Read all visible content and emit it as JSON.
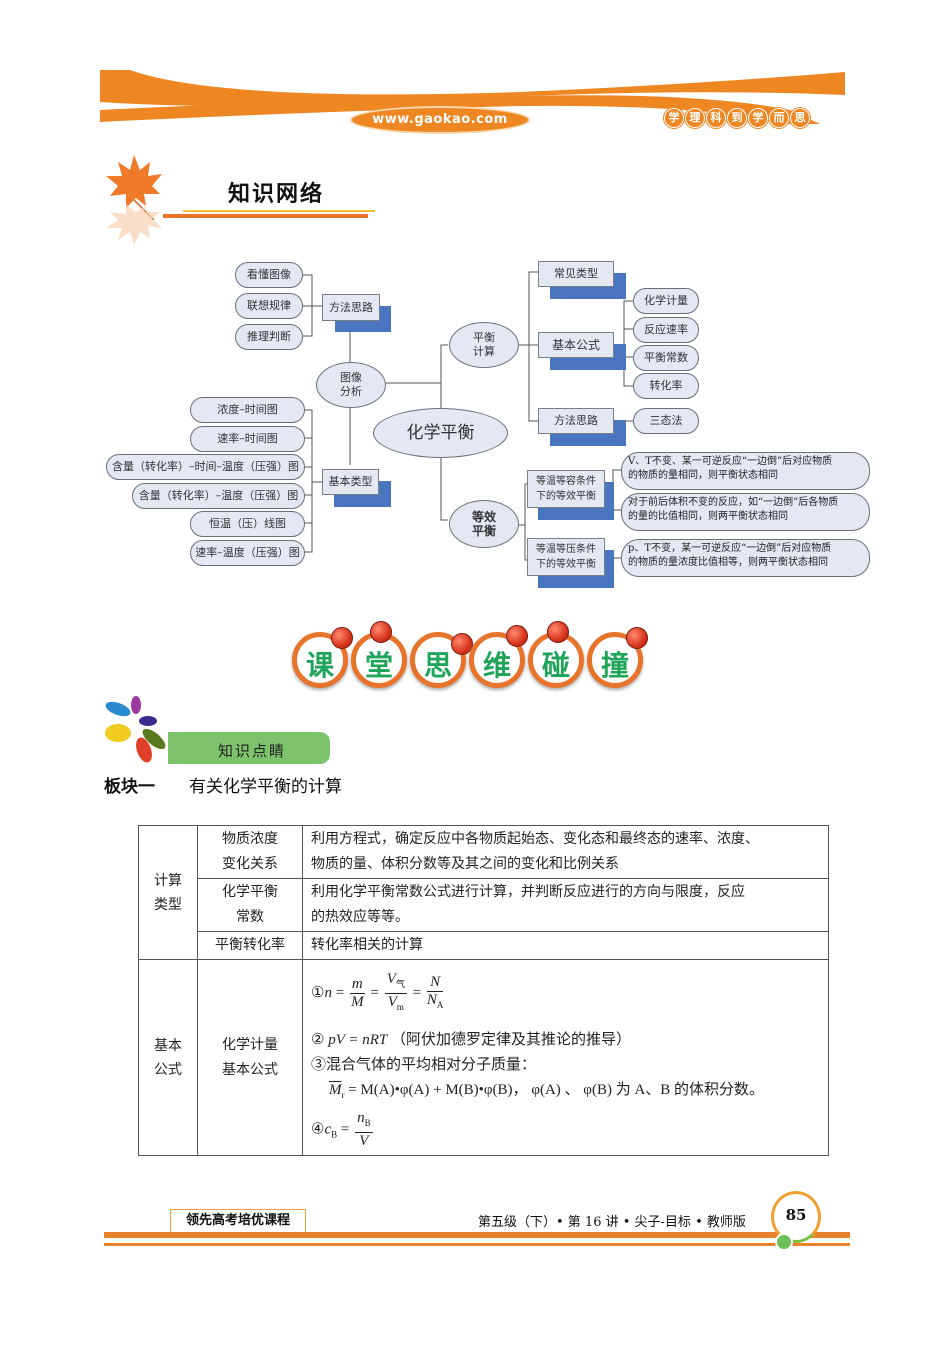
{
  "header": {
    "url": "www.gaokao.com",
    "motto": [
      "学",
      "理",
      "科",
      "到",
      "学",
      "而",
      "思"
    ]
  },
  "section_title": "知识网络",
  "mindmap": {
    "center": "化学平衡",
    "image_analysis": {
      "label": [
        "图像",
        "分析"
      ],
      "method": {
        "label": "方法思路",
        "items": [
          "看懂图像",
          "联想规律",
          "推理判断"
        ]
      },
      "basic_types": {
        "label": "基本类型",
        "items": [
          "浓度–时间图",
          "速率–时间图",
          "含量（转化率）–时间–温度（压强）图",
          "含量（转化率）–温度（压强）图",
          "恒温（压）线图",
          "速率–温度（压强）图"
        ]
      }
    },
    "equilibrium_calc": {
      "label": [
        "平衡",
        "计算"
      ],
      "common_types": "常见类型",
      "basic_formula": {
        "label": "基本公式",
        "items": [
          "化学计量",
          "反应速率",
          "平衡常数",
          "转化率"
        ]
      },
      "method": {
        "label": "方法思路",
        "items": [
          "三态法"
        ]
      }
    },
    "equivalent_equilibrium": {
      "label": [
        "等效",
        "平衡"
      ],
      "const_vt": {
        "label": [
          "等温等容条件",
          "下的等效平衡"
        ],
        "items": [
          [
            "V、T不变、某一可逆反应“一边倒”后对应物质",
            "的物质的量相同，则平衡状态相同"
          ],
          [
            "对于前后体积不变的反应，如“一边倒”后各物质",
            "的量的比值相同，则两平衡状态相同"
          ]
        ]
      },
      "const_pt": {
        "label": [
          "等温等压条件",
          "下的等效平衡"
        ],
        "items": [
          [
            "p、T不变，某一可逆反应“一边倒”后对应物质",
            "的物质的量浓度比值相等，则两平衡状态相同"
          ]
        ]
      }
    }
  },
  "banner": [
    "课",
    "堂",
    "思",
    "维",
    "碰",
    "撞"
  ],
  "knowledge_tag": "知识点睛",
  "block": {
    "number": "板块一",
    "title": "有关化学平衡的计算"
  },
  "table": {
    "group1": {
      "label": [
        "计算",
        "类型"
      ],
      "rows": [
        {
          "type": [
            "物质浓度",
            "变化关系"
          ],
          "desc": [
            "利用方程式，确定反应中各物质起始态、变化态和最终态的速率、浓度、",
            "物质的量、体积分数等及其之间的变化和比例关系"
          ]
        },
        {
          "type": [
            "化学平衡",
            "常数"
          ],
          "desc": [
            "利用化学平衡常数公式进行计算，并判断反应进行的方向与限度，反应",
            "的热效应等等。"
          ]
        },
        {
          "type": [
            "平衡转化率"
          ],
          "desc": [
            "转化率相关的计算"
          ]
        }
      ]
    },
    "group2": {
      "label": [
        "基本",
        "公式"
      ],
      "type": [
        "化学计量",
        "基本公式"
      ],
      "formulas": {
        "f1_prefix": "①",
        "f2_prefix": "②",
        "f2_eq": "pV = nRT",
        "f2_note": "（阿伏加德罗定律及其推论的推导）",
        "f3_title": "③混合气体的平均相对分子质量：",
        "f3_eq": "M(A)•φ(A) + M(B)•φ(B)，",
        "f3_note": "φ(A) 、 φ(B) 为 A、B 的体积分数。",
        "f4_prefix": "④"
      }
    }
  },
  "footer": {
    "tag": "领先高考培优课程",
    "text": "第五级（下）• 第 16 讲 • 尖子-目标 • 教师版",
    "page": "85"
  }
}
